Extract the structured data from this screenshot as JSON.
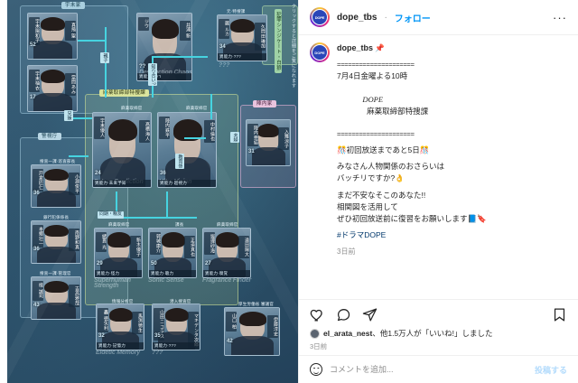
{
  "header": {
    "username": "dope_tbs",
    "separator": "·",
    "follow_label": "フォロー",
    "more_label": "···",
    "avatar_text": "DOPE"
  },
  "caption": {
    "username": "dope_tbs",
    "pin_emoji": "📌",
    "divider": "=====================",
    "line_date": "7月4日金曜よる10時",
    "line_title_en": "DOPE",
    "line_title_jp": "麻薬取締部特捜課",
    "line_countdown": "🎊初回放送まであと5日🎊",
    "line_q1": "みなさん人物関係のおさらいは",
    "line_q2": "バッチリですか?👌",
    "line_b1": "まだ不安なそこのあなた!!",
    "line_b2": "相関図を活用して",
    "line_b3": "ぜひ初回放送前に復習をお願いします📘🔖",
    "hashtag": "#ドラマDOPE",
    "time_ago": "3日前"
  },
  "actions": {
    "like_icon": "heart-icon",
    "comment_icon": "comment-icon",
    "share_icon": "share-icon",
    "save_icon": "bookmark-icon",
    "likes_text_user": "el_arata_nest",
    "likes_text_rest": "、他1.5万人が「いいね!」しました",
    "likes_time": "3日前"
  },
  "comment_bar": {
    "placeholder": "コメントを追加...",
    "post_label": "投稿する",
    "emoji_icon": "smiley-icon"
  },
  "media": {
    "hint_vertical": "クリックすると詳細をご覧になれます",
    "groups": [
      {
        "key": "ube",
        "label": "宇未家"
      },
      {
        "key": "keishi",
        "label": "警視庁"
      },
      {
        "key": "mayaku",
        "label": "麻薬取締部特捜課"
      },
      {
        "key": "jinnai",
        "label": "陣内家"
      },
      {
        "key": "hanzai",
        "label": "犯罪シンジケート・白狼"
      }
    ],
    "relations": [
      {
        "key": "oyako1",
        "label": "親子"
      },
      {
        "key": "kyodai",
        "label": "兄妹"
      },
      {
        "key": "shiriai",
        "label": "知り合い?"
      },
      {
        "key": "fufu",
        "label": "夫婦"
      },
      {
        "key": "doki",
        "label": "同期・親友"
      },
      {
        "key": "kyouikugakari",
        "label": "教育係"
      }
    ],
    "characters": [
      {
        "id": "c1",
        "name": "宇未陽和子",
        "actor": "真飛 聖",
        "age": "52",
        "role": "",
        "power": "",
        "eng": ""
      },
      {
        "id": "c2",
        "name": "宇未柚衣",
        "actor": "當間あみ",
        "age": "17",
        "role": "",
        "power": "",
        "eng": ""
      },
      {
        "id": "c3",
        "name": "ジウ",
        "actor": "井浦 新",
        "age": "??",
        "role": "",
        "power": "異能力·××ד",
        "eng": "Destruction Chaos"
      },
      {
        "id": "c4",
        "name": "麗 ルカ",
        "actor": "久間田琳加",
        "age": "34",
        "role": "元·特捜課",
        "power": "異能力·???",
        "eng": "???"
      },
      {
        "id": "c5",
        "name": "宇未優人",
        "actor": "髙橋海人",
        "age": "24",
        "role": "麻薬取締官",
        "power": "異能力·未来予知",
        "eng": "Future Prediction"
      },
      {
        "id": "c6",
        "name": "陣内鉄平",
        "actor": "中村倫也",
        "age": "36",
        "role": "麻薬取締官",
        "power": "異能力·超視力",
        "eng": "Ultra Vision"
      },
      {
        "id": "c7",
        "name": "陣内亜結",
        "actor": "入籬涼子",
        "age": "31",
        "role": "",
        "power": "",
        "eng": ""
      },
      {
        "id": "c8",
        "name": "戸倉匠仁",
        "actor": "小淵俊平",
        "age": "36",
        "role": "捜査一課·巡査部長",
        "power": "",
        "eng": ""
      },
      {
        "id": "c9",
        "name": "本郷壮一",
        "actor": "南野和真",
        "age": "36",
        "role": "銀行犯係係長",
        "power": "",
        "eng": ""
      },
      {
        "id": "c10",
        "name": "樟 誠司",
        "actor": "吉高雅哉",
        "age": "43",
        "role": "捜査一課·管理官",
        "power": "",
        "eng": ""
      },
      {
        "id": "c11",
        "name": "緒貫 光",
        "actor": "新木優子",
        "age": "29",
        "role": "麻薬取締官",
        "power": "異能力·怪力",
        "eng": "Superhuman Strength"
      },
      {
        "id": "c12",
        "name": "郭城康介",
        "actor": "正道真也",
        "age": "50",
        "role": "課長",
        "power": "異能力·聴力",
        "eng": "Sonic Sense"
      },
      {
        "id": "c13",
        "name": "堀理砂海",
        "actor": "遠田陽大",
        "age": "27",
        "role": "麻薬取締官",
        "power": "異能力·嗅覚",
        "eng": "Fragrance Finder"
      },
      {
        "id": "c14",
        "name": "轟 徳矢利",
        "actor": "馬渕徳生",
        "age": "32",
        "role": "情報分析官",
        "power": "異能力·記憶力",
        "eng": "Eidetic Memory"
      },
      {
        "id": "c15",
        "name": "山田ニコラス",
        "actor": "マキデンタ次郎",
        "age": "35",
        "role": "潜入捜査官",
        "power": "異能力·???",
        "eng": "???"
      },
      {
        "id": "c16",
        "name": "山口 柏",
        "actor": "伊藤淳史",
        "age": "42",
        "role": "厚生労働省 審議官",
        "power": "",
        "eng": ""
      }
    ]
  }
}
